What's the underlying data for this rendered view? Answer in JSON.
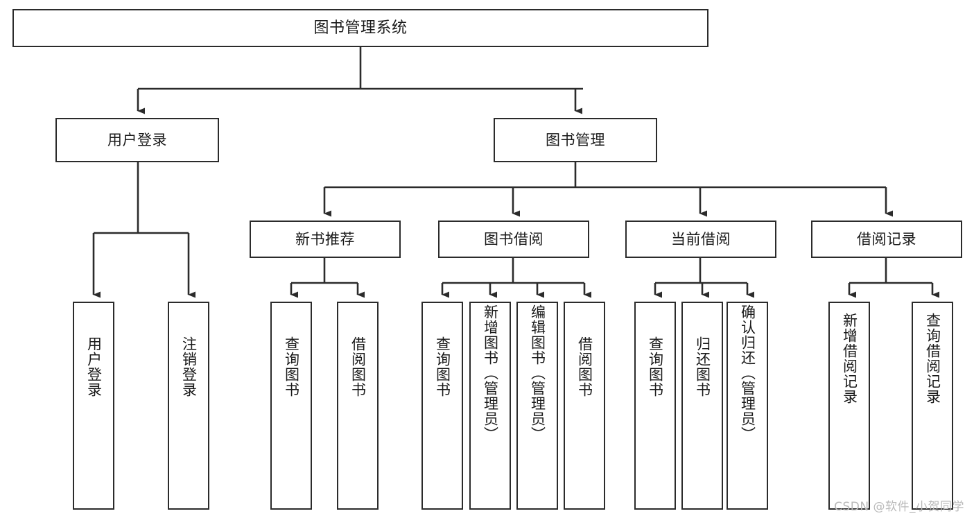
{
  "diagram": {
    "title": "图书管理系统",
    "type": "tree",
    "line_color": "#2b2b2b",
    "box_fill": "#ffffff",
    "text_color": "#1a1a1a",
    "root": {
      "id": "root",
      "label": "图书管理系统"
    },
    "level1": [
      {
        "id": "user-login",
        "label": "用户登录"
      },
      {
        "id": "book-manage",
        "label": "图书管理"
      }
    ],
    "level2": [
      {
        "id": "new-book-rec",
        "label": "新书推荐",
        "parent": "book-manage"
      },
      {
        "id": "book-borrow",
        "label": "图书借阅",
        "parent": "book-manage"
      },
      {
        "id": "current-borrow",
        "label": "当前借阅",
        "parent": "book-manage"
      },
      {
        "id": "borrow-record",
        "label": "借阅记录",
        "parent": "book-manage"
      }
    ],
    "leaves": [
      {
        "id": "leaf-user-login",
        "label": "用户登录",
        "parent": "user-login"
      },
      {
        "id": "leaf-logout",
        "label": "注销登录",
        "parent": "user-login"
      },
      {
        "id": "leaf-query-book-1",
        "label": "查询图书",
        "parent": "new-book-rec"
      },
      {
        "id": "leaf-borrow-book-1",
        "label": "借阅图书",
        "parent": "new-book-rec"
      },
      {
        "id": "leaf-query-book-2",
        "label": "查询图书",
        "parent": "book-borrow"
      },
      {
        "id": "leaf-add-book",
        "label": "新增图书（管理员）",
        "parent": "book-borrow"
      },
      {
        "id": "leaf-edit-book",
        "label": "编辑图书（管理员）",
        "parent": "book-borrow"
      },
      {
        "id": "leaf-borrow-book-2",
        "label": "借阅图书",
        "parent": "book-borrow"
      },
      {
        "id": "leaf-query-book-3",
        "label": "查询图书",
        "parent": "current-borrow"
      },
      {
        "id": "leaf-return-book",
        "label": "归还图书",
        "parent": "current-borrow"
      },
      {
        "id": "leaf-confirm-return",
        "label": "确认归还（管理员）",
        "parent": "current-borrow"
      },
      {
        "id": "leaf-add-record",
        "label": "新增借阅记录",
        "parent": "borrow-record"
      },
      {
        "id": "leaf-query-record",
        "label": "查询借阅记录",
        "parent": "borrow-record"
      }
    ]
  },
  "watermark": {
    "text": "CSDN @软件_小贺同学"
  }
}
